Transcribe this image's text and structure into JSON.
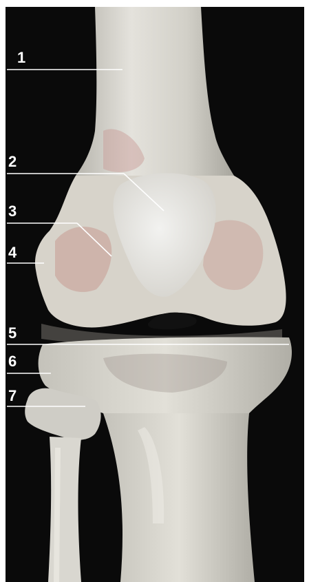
{
  "labels": [
    {
      "id": "1",
      "text": "1"
    },
    {
      "id": "2",
      "text": "2"
    },
    {
      "id": "3",
      "text": "3"
    },
    {
      "id": "4",
      "text": "4"
    },
    {
      "id": "5",
      "text": "5"
    },
    {
      "id": "6",
      "text": "6"
    },
    {
      "id": "7",
      "text": "7"
    }
  ],
  "colors": {
    "background": "#0a0a0a",
    "bone": "#dcdad2",
    "bone_shadow": "#9d9a92",
    "cartilage_tint": "#c79a92",
    "patella": "#ececea",
    "label": "#ffffff"
  }
}
